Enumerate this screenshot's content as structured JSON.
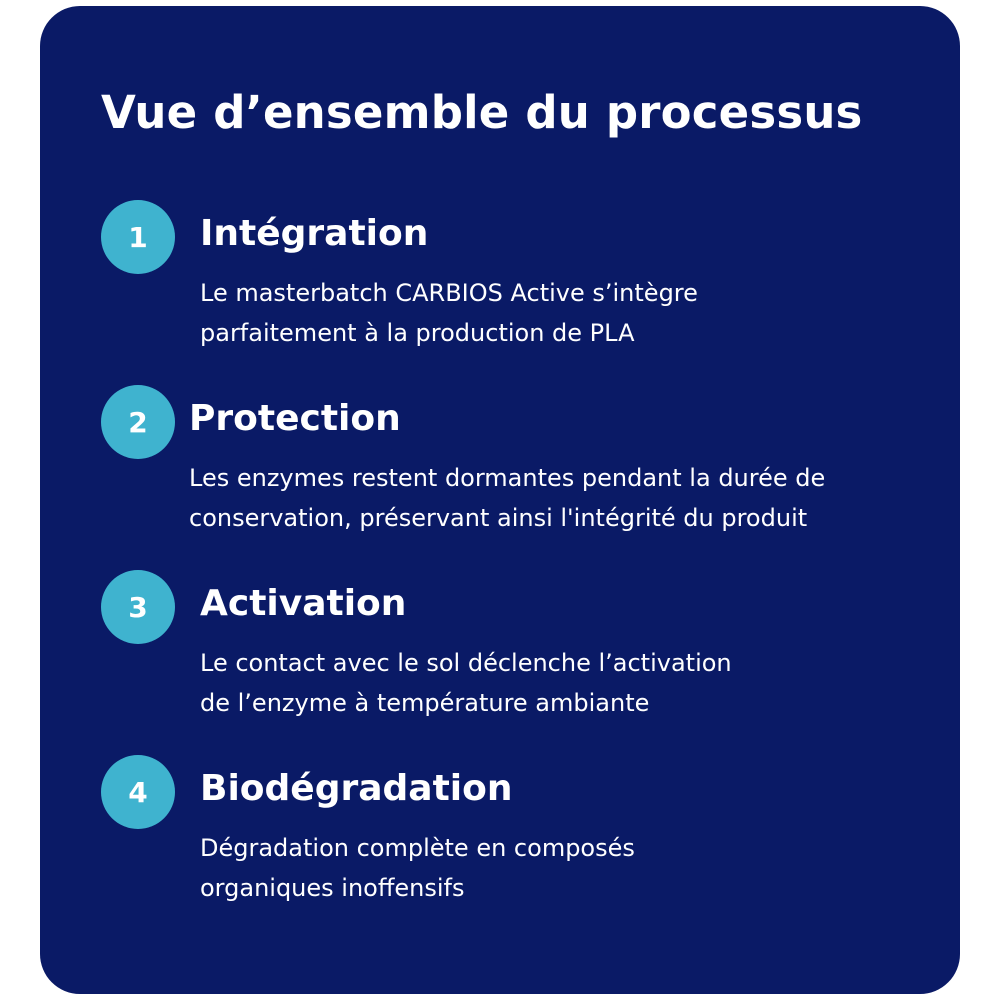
{
  "card": {
    "title": "Vue d’ensemble du processus"
  },
  "steps": [
    {
      "number": "1",
      "title": "Intégration",
      "desc_lines": [
        "Le masterbatch CARBIOS Active s’intègre",
        "parfaitement à la production de PLA"
      ]
    },
    {
      "number": "2",
      "title": "Protection",
      "desc_lines": [
        "Les enzymes restent dormantes pendant la durée de",
        "conservation, préservant ainsi l'intégrité du produit"
      ]
    },
    {
      "number": "3",
      "title": "Activation",
      "desc_lines": [
        "Le contact avec le sol déclenche l’activation",
        "de l’enzyme à température ambiante"
      ]
    },
    {
      "number": "4",
      "title": "Biodégradation",
      "desc_lines": [
        "Dégradation complète en composés",
        "organiques inoffensifs"
      ]
    }
  ],
  "colors": {
    "card_background": "#0a1a66",
    "badge": "#3fb3cf",
    "text": "#ffffff"
  }
}
